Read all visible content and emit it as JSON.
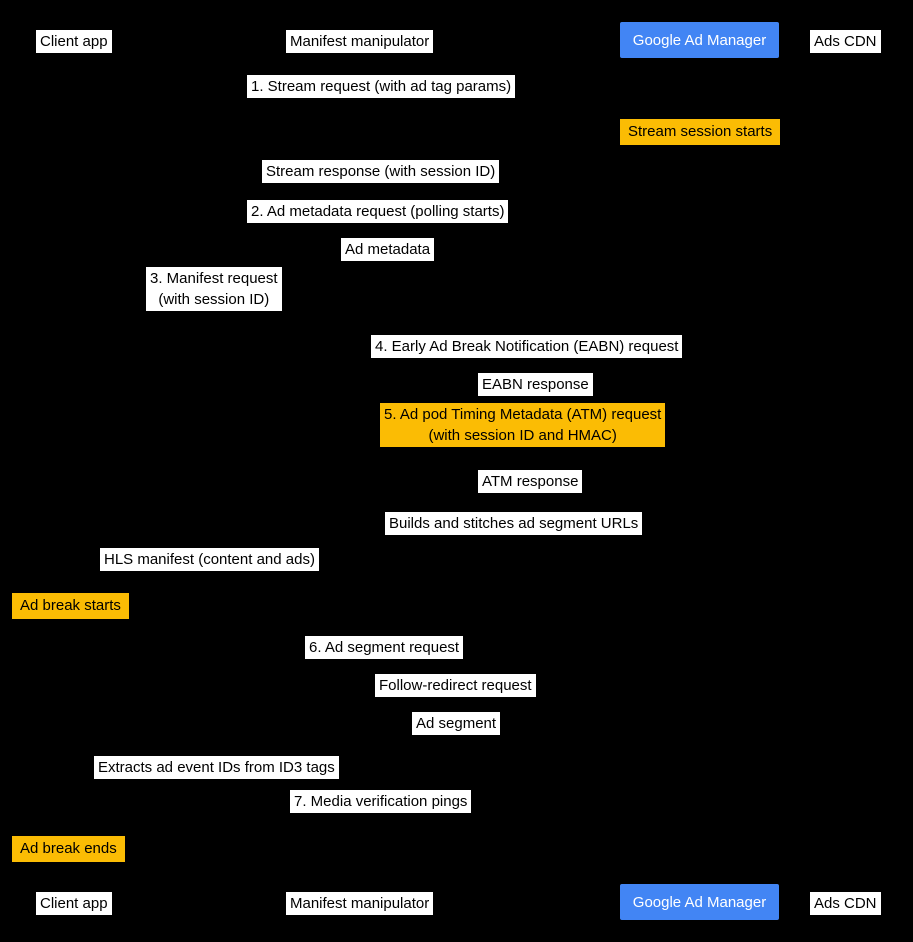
{
  "colors": {
    "background": "#000000",
    "label_bg": "#ffffff",
    "label_text": "#000000",
    "highlight_bg": "#fbbc04",
    "highlight_text": "#000000",
    "gam_bg": "#4285f4",
    "gam_text": "#ffffff"
  },
  "participants": {
    "client_app": "Client app",
    "manifest_manipulator": "Manifest manipulator",
    "google_ad_manager": "Google Ad Manager",
    "ads_cdn": "Ads CDN"
  },
  "messages": [
    {
      "text": "1. Stream request (with ad tag params)"
    },
    {
      "text": "Stream session starts"
    },
    {
      "text": "Stream response (with session ID)"
    },
    {
      "text": "2. Ad metadata request (polling starts)"
    },
    {
      "text": "Ad metadata"
    },
    {
      "text": "3. Manifest request\n(with session ID)"
    },
    {
      "text": "4. Early Ad Break Notification (EABN) request"
    },
    {
      "text": "EABN response"
    },
    {
      "text": "5. Ad pod Timing Metadata (ATM) request\n(with session ID and HMAC)"
    },
    {
      "text": "ATM response"
    },
    {
      "text": "Builds and stitches ad segment URLs"
    },
    {
      "text": "HLS manifest (content and ads)"
    },
    {
      "text": "Ad break starts"
    },
    {
      "text": "6. Ad segment request"
    },
    {
      "text": "Follow-redirect request"
    },
    {
      "text": "Ad segment"
    },
    {
      "text": "Extracts ad event IDs from ID3 tags"
    },
    {
      "text": "7. Media verification pings"
    },
    {
      "text": "Ad break ends"
    }
  ]
}
